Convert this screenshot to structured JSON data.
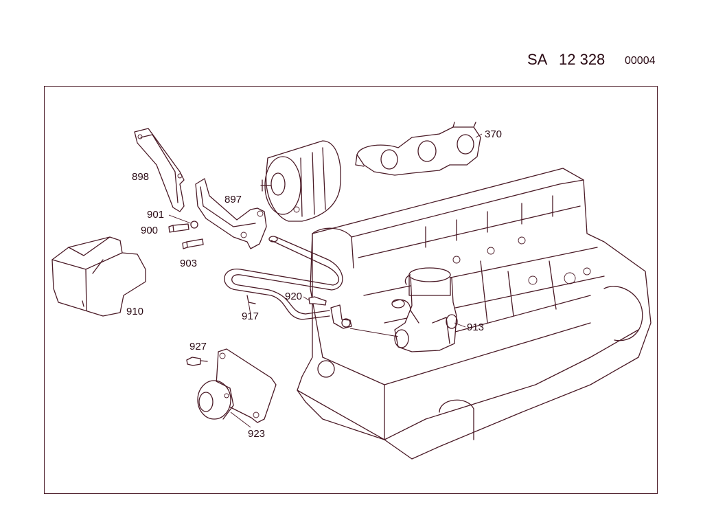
{
  "header": {
    "prefix": "SA",
    "number": "12 328",
    "code": "00004"
  },
  "callouts": {
    "c370": "370",
    "c897": "897",
    "c898": "898",
    "c900": "900",
    "c901": "901",
    "c903": "903",
    "c910": "910",
    "c913": "913",
    "c917": "917",
    "c920": "920",
    "c923": "923",
    "c927": "927"
  },
  "colors": {
    "line": "#4a1a26",
    "text": "#2a0a14",
    "background": "#ffffff"
  }
}
